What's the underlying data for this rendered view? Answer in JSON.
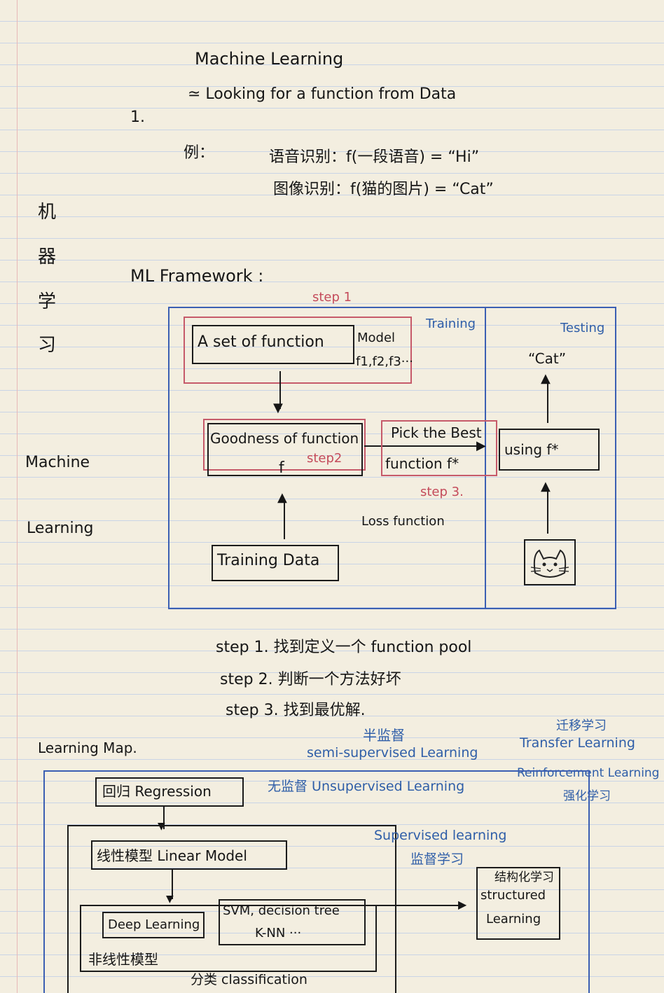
{
  "header": {
    "title": "Machine Learning",
    "subtitle": "≃ Looking for a function from Data",
    "item_number": "1."
  },
  "examples": {
    "label": "例：",
    "speech": "语音识别：f(一段语音) = “Hi”",
    "image": "图像识别：f(猫的图片) = “Cat”"
  },
  "side_labels": {
    "chinese_vertical": [
      "机",
      "器",
      "学",
      "习"
    ],
    "machine": "Machine",
    "learning": "Learning"
  },
  "framework": {
    "title": "ML Framework :",
    "step1_label": "step 1",
    "training_label": "Training",
    "testing_label": "Testing",
    "set_of_function": "A set of function",
    "model": "Model",
    "model_functions": "f1,f2,f3···",
    "goodness": "Goodness of function",
    "goodness_f": "f",
    "step2_label": "step2",
    "pick_best_1": "Pick the Best",
    "pick_best_2": "function  f*",
    "step3_label": "step 3.",
    "loss_function": "Loss function",
    "training_data": "Training  Data",
    "using_f": "using  f*",
    "cat_output": "“Cat”"
  },
  "steps": [
    "step 1.  找到定义一个 function pool",
    "step 2.  判断一个方法好坏",
    "step 3.  找到最优解."
  ],
  "learning_map": {
    "title": "Learning Map.",
    "semi_cn": "半监督",
    "semi_en": "semi-supervised Learning",
    "transfer_cn": "迁移学习",
    "transfer_en": "Transfer Learning",
    "unsupervised": "无监督 Unsupervised Learning",
    "reinforcement_en": "Reinforcement Learning",
    "reinforcement_cn": "强化学习",
    "regression": "回归  Regression",
    "linear_model": "线性模型  Linear Model",
    "supervised_en": "Supervised learning",
    "supervised_cn": "监督学习",
    "deep_learning": "Deep Learning",
    "svm_line1": "SVM, decision tree",
    "svm_line2": "K-NN ···",
    "structured_cn": "结构化学习",
    "structured_en_1": "structured",
    "structured_en_2": "Learning",
    "nonlinear": "非线性模型",
    "classification": "分类  classification"
  },
  "colors": {
    "ink": "#161616",
    "blue_ink": "#2f5ea8",
    "red_ink": "#c44b5b",
    "paper": "#f3eee0"
  },
  "icons": {
    "cat_picture": "cat-face-icon"
  }
}
